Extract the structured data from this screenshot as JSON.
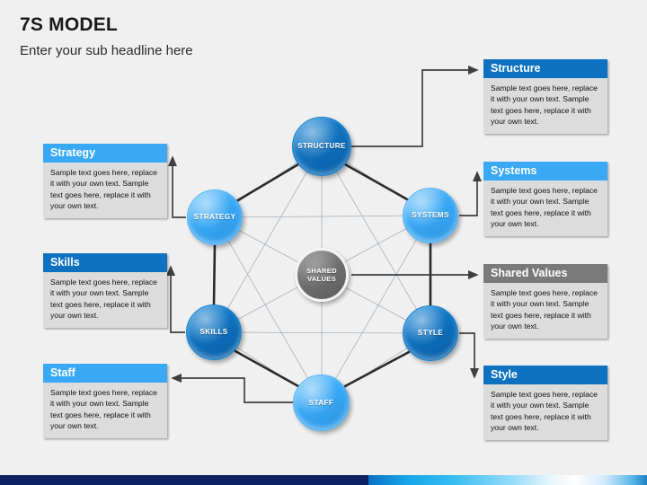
{
  "header": {
    "title": "7S MODEL",
    "subtitle": "Enter your sub headline here"
  },
  "body_text": "Sample text goes here, replace it with your own text. Sample text goes here, replace it with your own text.",
  "colors": {
    "background": "#f0f0f0",
    "dark_blue": "#0e72c0",
    "light_blue": "#3aa9f5",
    "gray": "#7a7a7a",
    "box_body": "#dcdcdc",
    "connector": "#3f3f3f",
    "inner_web": "#9aa7b4",
    "footer_navy": "#0d2160"
  },
  "callouts": [
    {
      "key": "strategy",
      "title": "Strategy",
      "accent": "#3aa9f5",
      "body": "Sample text goes here, replace it with your own text. Sample text goes here, replace it with your own text."
    },
    {
      "key": "skills",
      "title": "Skills",
      "accent": "#0e72c0",
      "body": "Sample text goes here, replace it with your own text. Sample text goes here, replace it with your own text."
    },
    {
      "key": "staff",
      "title": "Staff",
      "accent": "#3aa9f5",
      "body": "Sample text goes here, replace it with your own text. Sample text goes here, replace it with your own text."
    },
    {
      "key": "structure",
      "title": "Structure",
      "accent": "#0e72c0",
      "body": "Sample text goes here, replace it with your own text. Sample text goes here, replace it with your own text."
    },
    {
      "key": "systems",
      "title": "Systems",
      "accent": "#3aa9f5",
      "body": "Sample text goes here, replace it with your own text. Sample text goes here, replace it with your own text."
    },
    {
      "key": "shared_values",
      "title": "Shared Values",
      "accent": "#7a7a7a",
      "body": "Sample text goes here, replace it with your own text. Sample text goes here, replace it with your own text."
    },
    {
      "key": "style",
      "title": "Style",
      "accent": "#0e72c0",
      "body": "Sample text goes here, replace it with your own text. Sample text goes here, replace it with your own text."
    }
  ],
  "diagram": {
    "nodes": [
      {
        "key": "structure",
        "label": "STRUCTURE",
        "tone": "dark"
      },
      {
        "key": "systems",
        "label": "SYSTEMS",
        "tone": "light"
      },
      {
        "key": "style",
        "label": "STYLE",
        "tone": "dark"
      },
      {
        "key": "staff",
        "label": "STAFF",
        "tone": "light"
      },
      {
        "key": "skills",
        "label": "SKILLS",
        "tone": "dark"
      },
      {
        "key": "strategy",
        "label": "STRATEGY",
        "tone": "light"
      },
      {
        "key": "shared_values",
        "label": "SHARED\nVALUES",
        "tone": "center"
      }
    ]
  },
  "footer": {
    "type": "gradient-bar"
  }
}
